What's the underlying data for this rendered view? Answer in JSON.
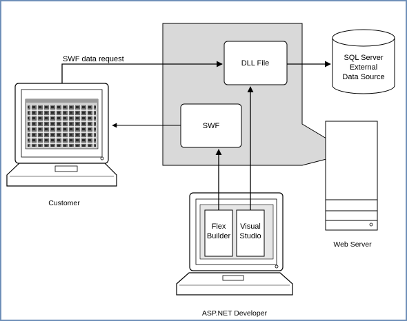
{
  "labels": {
    "swf_data_request": "SWF data request",
    "dll_file": "DLL File",
    "swf": "SWF",
    "sql_line1": "SQL Server",
    "sql_line2": "External",
    "sql_line3": "Data Source",
    "customer": "Customer",
    "web_server": "Web Server",
    "developer": "ASP.NET Developer",
    "flex_line1": "Flex",
    "flex_line2": "Builder",
    "vs_line1": "Visual",
    "vs_line2": "Studio"
  },
  "colors": {
    "server_region": "#d9d9d9",
    "frame_border": "#6f8fb8",
    "line": "#000000",
    "screen_bg": "#e6e6e6"
  }
}
